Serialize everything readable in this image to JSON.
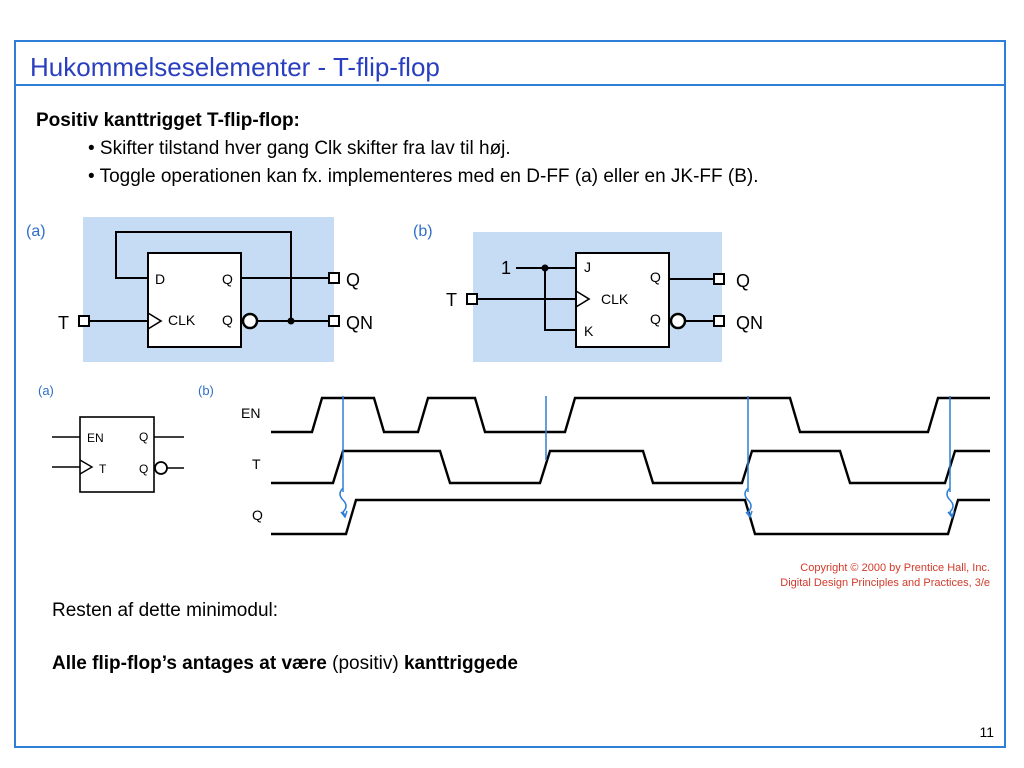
{
  "slide": {
    "title": "Hukommelseselementer - T-flip-flop",
    "heading": "Positiv kanttrigget T-flip-flop:",
    "bullets": [
      "• Skifter tilstand hver gang Clk skifter fra lav til høj.",
      "• Toggle operationen kan fx. implementeres med en D-FF (a) eller en JK-FF (B)."
    ],
    "rest_text": "Resten af dette minimodul:",
    "closing": {
      "part1": "Alle flip-flop’s antages at være",
      "part2": " (positiv) ",
      "part3": "kanttriggede"
    },
    "page_number": "11"
  },
  "diagram_a": {
    "tag": "(a)",
    "d_label": "D",
    "q_label": "Q",
    "clk_label": "CLK",
    "qn_inner_label": "Q",
    "input_label": "T",
    "output_q": "Q",
    "output_qn": "QN"
  },
  "diagram_b": {
    "tag": "(b)",
    "const_one": "1",
    "j_label": "J",
    "k_label": "K",
    "clk_label": "CLK",
    "q_label": "Q",
    "qn_inner_label": "Q",
    "input_label": "T",
    "output_q": "Q",
    "output_qn": "QN"
  },
  "symbol": {
    "tag": "(a)",
    "en_label": "EN",
    "t_label": "T",
    "q_label": "Q",
    "qn_label": "Q"
  },
  "timing": {
    "tag": "(b)",
    "signals": [
      "EN",
      "T",
      "Q"
    ]
  },
  "copyright": {
    "line1": "Copyright © 2000 by Prentice Hall, Inc.",
    "line2": "Digital Design Principles and Practices, 3/e"
  },
  "colors": {
    "border": "#2f7fd6",
    "title": "#2a3fbf",
    "diagram_bg": "#c6dcf5",
    "label_blue": "#2f6fc8",
    "copyright": "#d23a2a"
  }
}
